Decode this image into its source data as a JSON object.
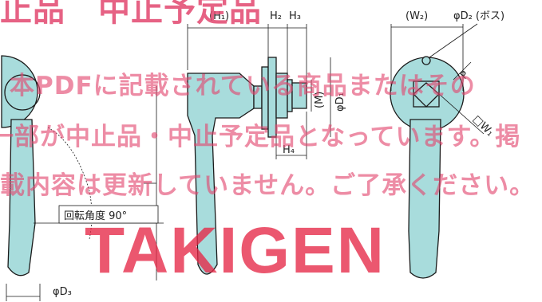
{
  "labels": {
    "h1": "(H₁)",
    "h2": "H₂",
    "h3": "H₃",
    "h4": "H₄",
    "w2": "(W₂)",
    "d2_boss": "φD₂ (ボス)",
    "p": "P",
    "square_w1": "□W₁",
    "m": "(M)",
    "d1": "φD₁",
    "d3": "φD₃",
    "rotation_angle": "回転角度 90°"
  },
  "watermark": {
    "top_line": "止品　中止予定品",
    "line1": "本PDFに記載されている商品またはその",
    "line2": "一部が中止品・中止予定品となっています。掲",
    "line3": "載内容は更新していません。ご了承ください。",
    "logo": "TAKIGEN"
  },
  "colors": {
    "part_fill": "#a8dcdc",
    "outline": "#1a1a1a",
    "watermark": "#e2466e",
    "logo": "#e62846"
  }
}
